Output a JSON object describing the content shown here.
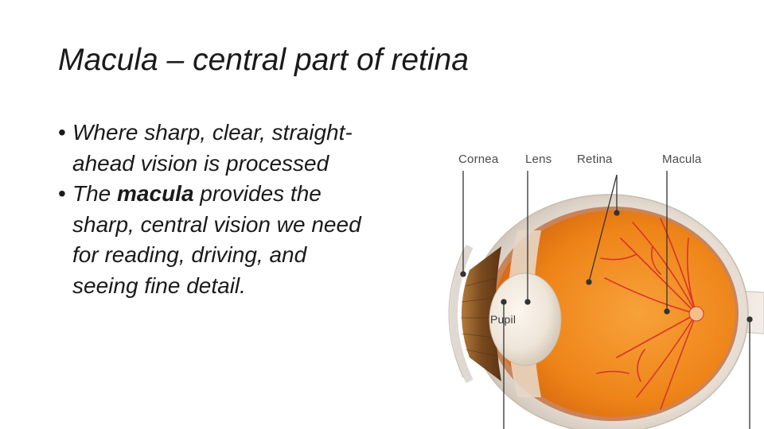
{
  "slide": {
    "title": "Macula – central part of retina",
    "bullets": [
      {
        "lines": [
          "Where sharp, clear, straight-",
          "ahead vision is processed"
        ]
      },
      {
        "prefix": "The ",
        "bold": "macula",
        "first_suffix": " provides the",
        "lines_after": [
          "sharp, central vision we need",
          "for reading, driving, and",
          "seeing fine detail."
        ]
      }
    ]
  },
  "diagram": {
    "labels": {
      "cornea": "Cornea",
      "lens": "Lens",
      "retina": "Retina",
      "macula": "Macula",
      "pupil": "Pupil"
    },
    "colors": {
      "sclera": "#e9e2da",
      "retina": "#f08a1e",
      "vessels": "#d9342b",
      "iris": "#8a5a2b",
      "leader": "#333333"
    }
  }
}
